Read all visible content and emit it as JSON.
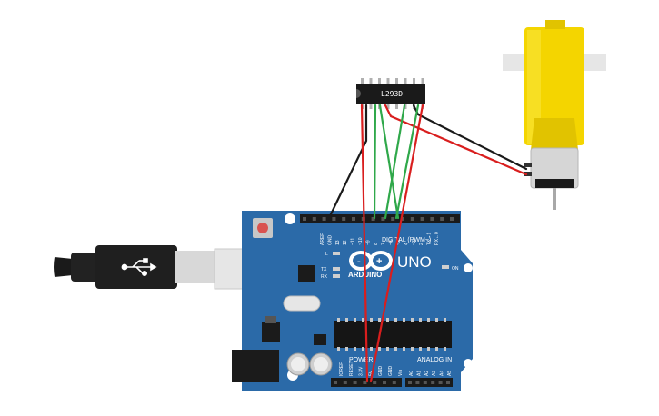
{
  "canvas": {
    "background": "#ffffff"
  },
  "components": {
    "arduino": {
      "brand": "ARDUINO",
      "model": "UNO",
      "digital_label": "DIGITAL (PWM~)",
      "power_label": "POWER",
      "analog_label": "ANALOG IN",
      "on_label": "ON",
      "led_labels": [
        "L",
        "TX",
        "RX"
      ],
      "digital_pin_labels": [
        "AREF",
        "GND",
        "13",
        "12",
        "~11",
        "~10",
        "~9",
        "8",
        "7",
        "~6",
        "~5",
        "4",
        "~3",
        "2",
        "TX→1",
        "RX←0"
      ],
      "power_pin_labels": [
        "IOREF",
        "RESET",
        "3.3V",
        "5V",
        "GND",
        "GND",
        "Vin"
      ],
      "analog_pin_labels": [
        "A0",
        "A1",
        "A2",
        "A3",
        "A4",
        "A5"
      ],
      "board_color": "#2b6aa8",
      "icon": "infinity-logo-icon"
    },
    "chip": {
      "label": "L293D",
      "color": "#1a1a1a"
    },
    "motor": {
      "body_color": "#f4d500",
      "icon": "dc-motor-icon"
    },
    "usb_cable": {
      "icon": "usb-symbol-icon"
    }
  },
  "wires": {
    "red": "#d91e1e",
    "green": "#2fa84a",
    "black": "#1a1a1a"
  }
}
